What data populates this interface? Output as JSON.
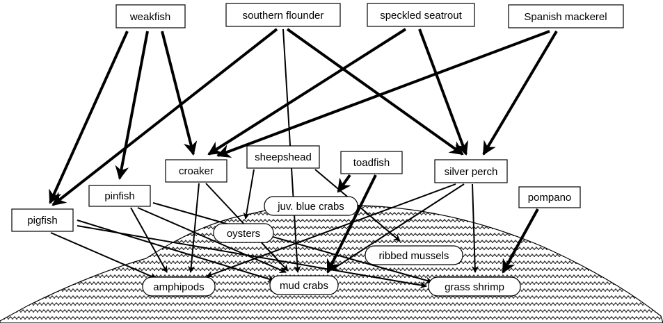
{
  "nodes": {
    "weakfish": "weakfish",
    "southern_flounder": "southern flounder",
    "speckled_seatrout": "speckled seatrout",
    "spanish_mackerel": "Spanish mackerel",
    "croaker": "croaker",
    "sheepshead": "sheepshead",
    "toadfish": "toadfish",
    "silver_perch": "silver perch",
    "pinfish": "pinfish",
    "pompano": "pompano",
    "pigfish": "pigfish",
    "juv_blue_crabs": "juv. blue crabs",
    "oysters": "oysters",
    "ribbed_mussels": "ribbed mussels",
    "amphipods": "amphipods",
    "mud_crabs": "mud crabs",
    "grass_shrimp": "grass shrimp"
  },
  "links": [
    {
      "from": "weakfish",
      "to": "pigfish"
    },
    {
      "from": "weakfish",
      "to": "pinfish"
    },
    {
      "from": "weakfish",
      "to": "croaker"
    },
    {
      "from": "southern_flounder",
      "to": "mud_crabs"
    },
    {
      "from": "southern_flounder",
      "to": "silver_perch"
    },
    {
      "from": "southern_flounder",
      "to": "pigfish"
    },
    {
      "from": "speckled_seatrout",
      "to": "croaker"
    },
    {
      "from": "speckled_seatrout",
      "to": "silver_perch"
    },
    {
      "from": "spanish_mackerel",
      "to": "croaker"
    },
    {
      "from": "spanish_mackerel",
      "to": "silver_perch"
    },
    {
      "from": "sheepshead",
      "to": "oysters"
    },
    {
      "from": "sheepshead",
      "to": "ribbed_mussels"
    },
    {
      "from": "toadfish",
      "to": "juv_blue_crabs"
    },
    {
      "from": "toadfish",
      "to": "mud_crabs"
    },
    {
      "from": "croaker",
      "to": "amphipods"
    },
    {
      "from": "croaker",
      "to": "mud_crabs"
    },
    {
      "from": "pinfish",
      "to": "amphipods"
    },
    {
      "from": "pinfish",
      "to": "mud_crabs"
    },
    {
      "from": "pinfish",
      "to": "grass_shrimp"
    },
    {
      "from": "pigfish",
      "to": "amphipods"
    },
    {
      "from": "pigfish",
      "to": "mud_crabs"
    },
    {
      "from": "pigfish",
      "to": "grass_shrimp"
    },
    {
      "from": "silver_perch",
      "to": "amphipods"
    },
    {
      "from": "silver_perch",
      "to": "mud_crabs"
    },
    {
      "from": "silver_perch",
      "to": "grass_shrimp"
    },
    {
      "from": "pompano",
      "to": "grass_shrimp"
    }
  ]
}
